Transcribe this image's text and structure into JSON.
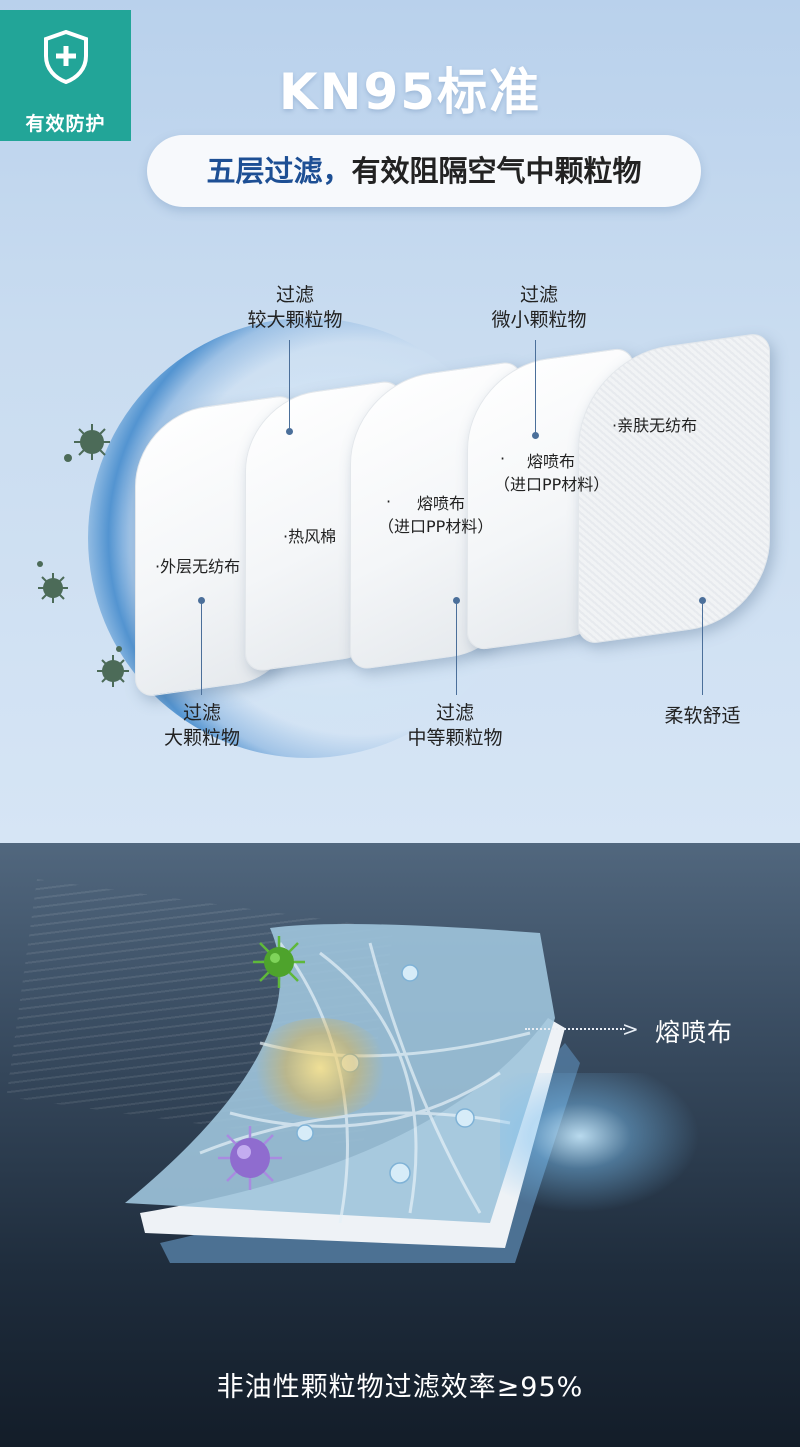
{
  "badge": {
    "icon": "shield-plus-icon",
    "label": "有效防护"
  },
  "title": "KN95标准",
  "subtitle": {
    "highlight": "五层过滤，",
    "rest": "有效阻隔空气中颗粒物"
  },
  "layers": {
    "l1": {
      "label": "·外层无纺布"
    },
    "l2": {
      "label": "·热风棉"
    },
    "l3": {
      "label_dot": "·",
      "label": "熔喷布",
      "sub": "（进口PP材料）"
    },
    "l4": {
      "label_dot": "·",
      "label": "熔喷布",
      "sub": "（进口PP材料）"
    },
    "l5": {
      "label": "·亲肤无纺布"
    }
  },
  "callouts": {
    "top_left": {
      "line1": "过滤",
      "line2": "较大颗粒物"
    },
    "top_right": {
      "line1": "过滤",
      "line2": "微小颗粒物"
    },
    "bottom_left": {
      "line1": "过滤",
      "line2": "大颗粒物"
    },
    "bottom_mid": {
      "line1": "过滤",
      "line2": "中等颗粒物"
    },
    "bottom_right": {
      "line1": "柔软舒适"
    }
  },
  "bottom": {
    "arrow_label": "熔喷布",
    "arrow_glyph": ">",
    "caption": "非油性颗粒物过滤效率≥95%"
  },
  "colors": {
    "badge": "#22a598",
    "accent_blue": "#1d4f94"
  }
}
